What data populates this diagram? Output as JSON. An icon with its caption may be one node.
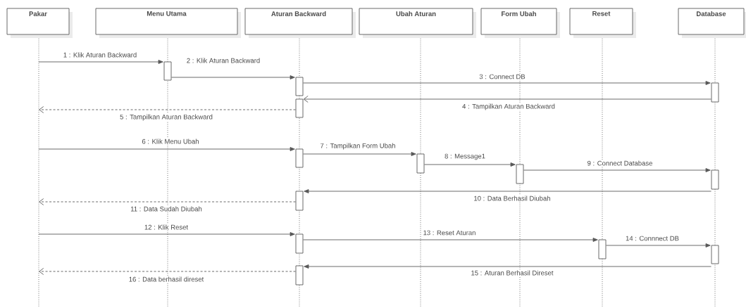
{
  "diagram": {
    "nodes": [
      {
        "text": [
          "Pakar"
        ]
      },
      {
        "text": [
          "Menu Utama"
        ]
      },
      {
        "text": [
          "Aturan Backward"
        ]
      },
      {
        "text": [
          "Ubah Aturan"
        ]
      },
      {
        "text": [
          "Form Ubah"
        ]
      },
      {
        "text": [
          "Reset"
        ]
      },
      {
        "text": [
          "Database"
        ]
      },
      {
        "text": [],
        "shape": "bar"
      },
      {
        "text": [],
        "shape": "bar"
      },
      {
        "text": [],
        "shape": "bar"
      },
      {
        "text": [],
        "shape": "bar"
      },
      {
        "text": [],
        "shape": "bar"
      },
      {
        "text": [],
        "shape": "bar"
      },
      {
        "text": [],
        "shape": "bar"
      },
      {
        "text": [],
        "shape": "bar"
      },
      {
        "text": [],
        "shape": "bar"
      },
      {
        "text": [],
        "shape": "bar"
      },
      {
        "text": [],
        "shape": "bar"
      },
      {
        "text": [],
        "shape": "bar"
      },
      {
        "text": [],
        "shape": "bar"
      }
    ],
    "edges": [
      {
        "from": null,
        "to": 7,
        "arrow": "to",
        "label": "1 : Klik Aturan Backward"
      },
      {
        "from": 7,
        "to": 8,
        "arrow": "to",
        "label": "2 : Klik Aturan Backward"
      },
      {
        "from": 8,
        "to": 9,
        "arrow": "to",
        "label": "3 : Connect DB"
      },
      {
        "from": 9,
        "to": 10,
        "arrow": "to",
        "label": "4 : Tampilkan Aturan Backward"
      },
      {
        "from": 10,
        "to": null,
        "arrow": "to",
        "label": "5 : Tampilkan Aturan Backward",
        "style": "dashed"
      },
      {
        "from": null,
        "to": 11,
        "arrow": "to",
        "label": "6 : Klik Menu Ubah"
      },
      {
        "from": 11,
        "to": 12,
        "arrow": "to",
        "label": "7 : Tampilkan Form Ubah"
      },
      {
        "from": 12,
        "to": 13,
        "arrow": "to",
        "label": "8 : Message1"
      },
      {
        "from": 13,
        "to": 14,
        "arrow": "to",
        "label": "9 : Connect Database"
      },
      {
        "from": 14,
        "to": 15,
        "arrow": "to",
        "label": "10 : Data Berhasil Diubah"
      },
      {
        "from": 15,
        "to": null,
        "arrow": "to",
        "label": "11 : Data Sudah Diubah",
        "style": "dashed"
      },
      {
        "from": null,
        "to": 16,
        "arrow": "to",
        "label": "12 : Klik Reset"
      },
      {
        "from": 16,
        "to": 17,
        "arrow": "to",
        "label": "13 : Reset Aturan"
      },
      {
        "from": 17,
        "to": 18,
        "arrow": "to",
        "label": "14 : Connnect DB"
      },
      {
        "from": 18,
        "to": 19,
        "arrow": "to",
        "label": "15 : Aturan Berhasil Direset"
      },
      {
        "from": 19,
        "to": null,
        "arrow": "to",
        "label": "16 : Data berhasil direset",
        "style": "dashed"
      }
    ]
  }
}
